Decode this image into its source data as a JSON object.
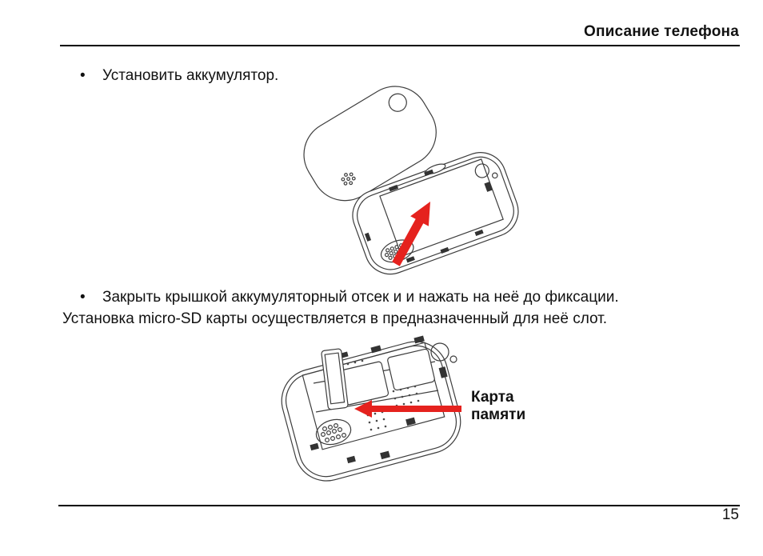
{
  "header": {
    "title": "Описание телефона"
  },
  "content": {
    "bullets": [
      {
        "marker": "•",
        "text": "Установить аккумулятор."
      },
      {
        "marker": "•",
        "text": "Закрыть крышкой аккумуляторный отсек и и нажать на неё до фиксации."
      }
    ],
    "paragraph": "Установка micro-SD карты осуществляется в предназначенный для неё слот.",
    "figure2_label": {
      "line1": "Карта",
      "line2": "памяти"
    }
  },
  "footer": {
    "page_number": "15"
  },
  "colors": {
    "arrow_red": "#e5221e",
    "line_art": "#3d3d3d"
  }
}
